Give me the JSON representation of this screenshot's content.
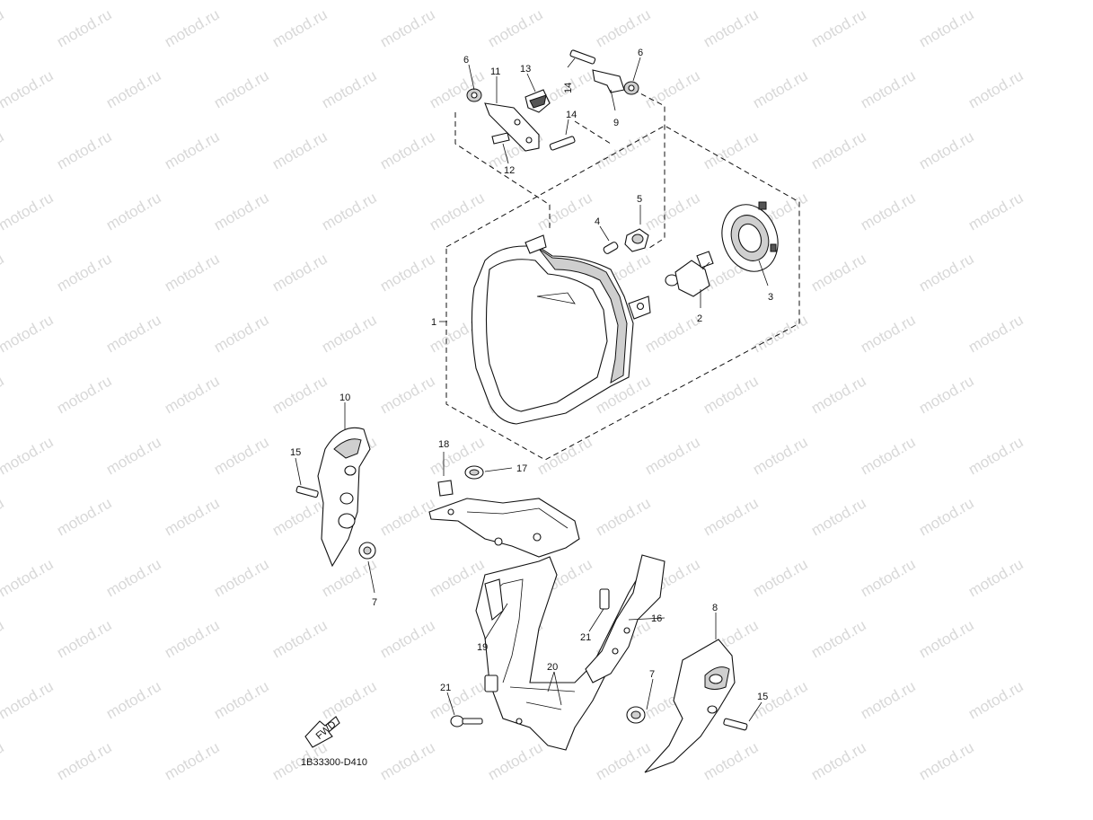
{
  "diagram": {
    "watermark": "motod.ru",
    "drawing_code": "1B33300-D410",
    "fwd_label": "FWD",
    "callouts": {
      "c1": "1",
      "c2": "2",
      "c3": "3",
      "c4": "4",
      "c5": "5",
      "c6a": "6",
      "c6b": "6",
      "c7a": "7",
      "c7b": "7",
      "c8": "8",
      "c9": "9",
      "c10": "10",
      "c11": "11",
      "c12": "12",
      "c13": "13",
      "c14a": "14",
      "c14b": "14",
      "c15a": "15",
      "c15b": "15",
      "c16": "16",
      "c17": "17",
      "c18": "18",
      "c19": "19",
      "c20": "20",
      "c21a": "21",
      "c21b": "21"
    }
  }
}
